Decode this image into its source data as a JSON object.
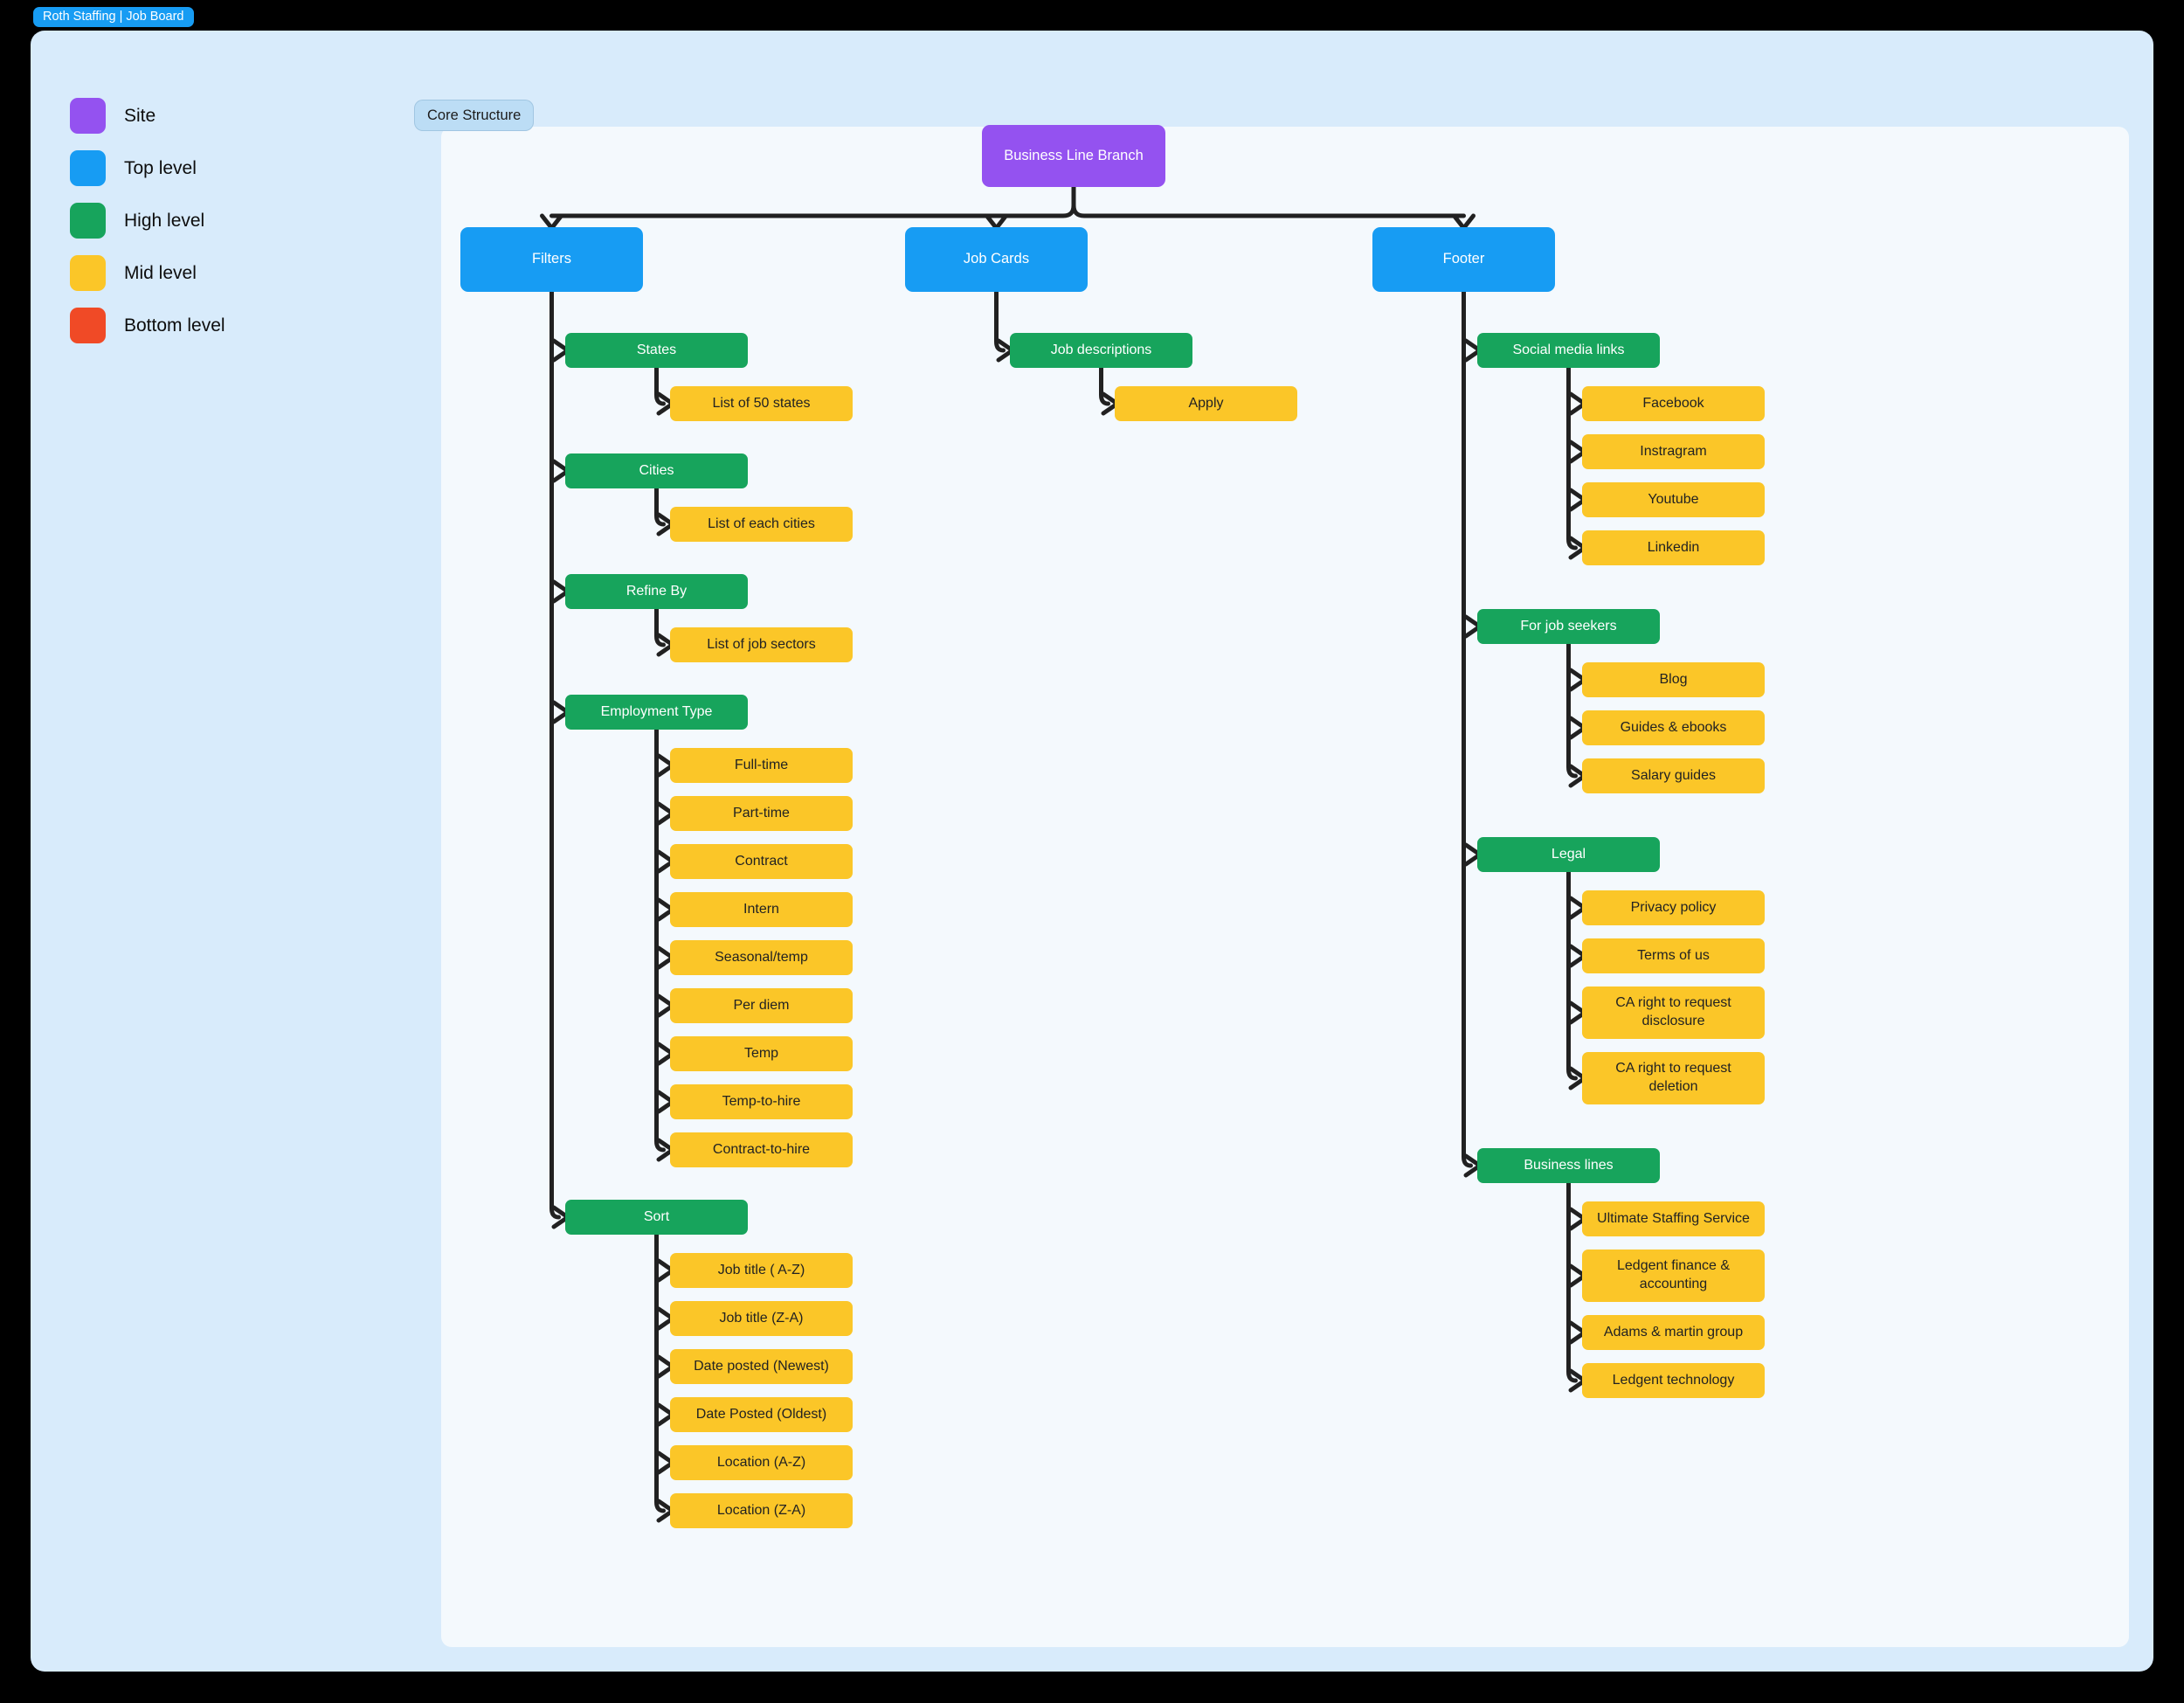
{
  "app": {
    "tab_label": "Roth Staffing | Job Board"
  },
  "section": {
    "label": "Core Structure"
  },
  "legend": {
    "items": [
      {
        "key": "site",
        "label": "Site",
        "color": "#9452F0"
      },
      {
        "key": "top",
        "label": "Top level",
        "color": "#179CF3"
      },
      {
        "key": "high",
        "label": "High level",
        "color": "#17A45C"
      },
      {
        "key": "mid",
        "label": "Mid level",
        "color": "#FBC628"
      },
      {
        "key": "bottom",
        "label": "Bottom level",
        "color": "#F04A26"
      }
    ]
  },
  "tree": {
    "label": "Business Line Branch",
    "level": "site",
    "children": [
      {
        "label": "Filters",
        "level": "top",
        "children": [
          {
            "label": "States",
            "level": "high",
            "children": [
              {
                "label": "List of  50 states",
                "level": "mid"
              }
            ]
          },
          {
            "label": "Cities",
            "level": "high",
            "children": [
              {
                "label": "List of each cities",
                "level": "mid"
              }
            ]
          },
          {
            "label": "Refine By",
            "level": "high",
            "children": [
              {
                "label": "List of job sectors",
                "level": "mid"
              }
            ]
          },
          {
            "label": "Employment Type",
            "level": "high",
            "children": [
              {
                "label": "Full-time",
                "level": "mid"
              },
              {
                "label": "Part-time",
                "level": "mid"
              },
              {
                "label": "Contract",
                "level": "mid"
              },
              {
                "label": "Intern",
                "level": "mid"
              },
              {
                "label": "Seasonal/temp",
                "level": "mid"
              },
              {
                "label": "Per diem",
                "level": "mid"
              },
              {
                "label": "Temp",
                "level": "mid"
              },
              {
                "label": "Temp-to-hire",
                "level": "mid"
              },
              {
                "label": "Contract-to-hire",
                "level": "mid"
              }
            ]
          },
          {
            "label": "Sort",
            "level": "high",
            "children": [
              {
                "label": "Job title ( A-Z)",
                "level": "mid"
              },
              {
                "label": "Job title (Z-A)",
                "level": "mid"
              },
              {
                "label": "Date posted (Newest)",
                "level": "mid"
              },
              {
                "label": "Date Posted (Oldest)",
                "level": "mid"
              },
              {
                "label": "Location (A-Z)",
                "level": "mid"
              },
              {
                "label": "Location (Z-A)",
                "level": "mid"
              }
            ]
          }
        ]
      },
      {
        "label": "Job Cards",
        "level": "top",
        "children": [
          {
            "label": "Job descriptions",
            "level": "high",
            "children": [
              {
                "label": "Apply",
                "level": "mid"
              }
            ]
          }
        ]
      },
      {
        "label": "Footer",
        "level": "top",
        "children": [
          {
            "label": "Social media links",
            "level": "high",
            "children": [
              {
                "label": "Facebook",
                "level": "mid"
              },
              {
                "label": "Instragram",
                "level": "mid"
              },
              {
                "label": "Youtube",
                "level": "mid"
              },
              {
                "label": "Linkedin",
                "level": "mid"
              }
            ]
          },
          {
            "label": "For job seekers",
            "level": "high",
            "children": [
              {
                "label": "Blog",
                "level": "mid"
              },
              {
                "label": "Guides & ebooks",
                "level": "mid"
              },
              {
                "label": "Salary guides",
                "level": "mid"
              }
            ]
          },
          {
            "label": "Legal",
            "level": "high",
            "children": [
              {
                "label": "Privacy policy",
                "level": "mid"
              },
              {
                "label": "Terms of us",
                "level": "mid"
              },
              {
                "label": "CA right to request disclosure",
                "level": "mid"
              },
              {
                "label": "CA right to request deletion",
                "level": "mid"
              }
            ]
          },
          {
            "label": "Business lines",
            "level": "high",
            "children": [
              {
                "label": "Ultimate Staffing Service",
                "level": "mid"
              },
              {
                "label": "Ledgent finance & accounting",
                "level": "mid"
              },
              {
                "label": "Adams & martin group",
                "level": "mid"
              },
              {
                "label": "Ledgent technology",
                "level": "mid"
              }
            ]
          }
        ]
      }
    ]
  }
}
